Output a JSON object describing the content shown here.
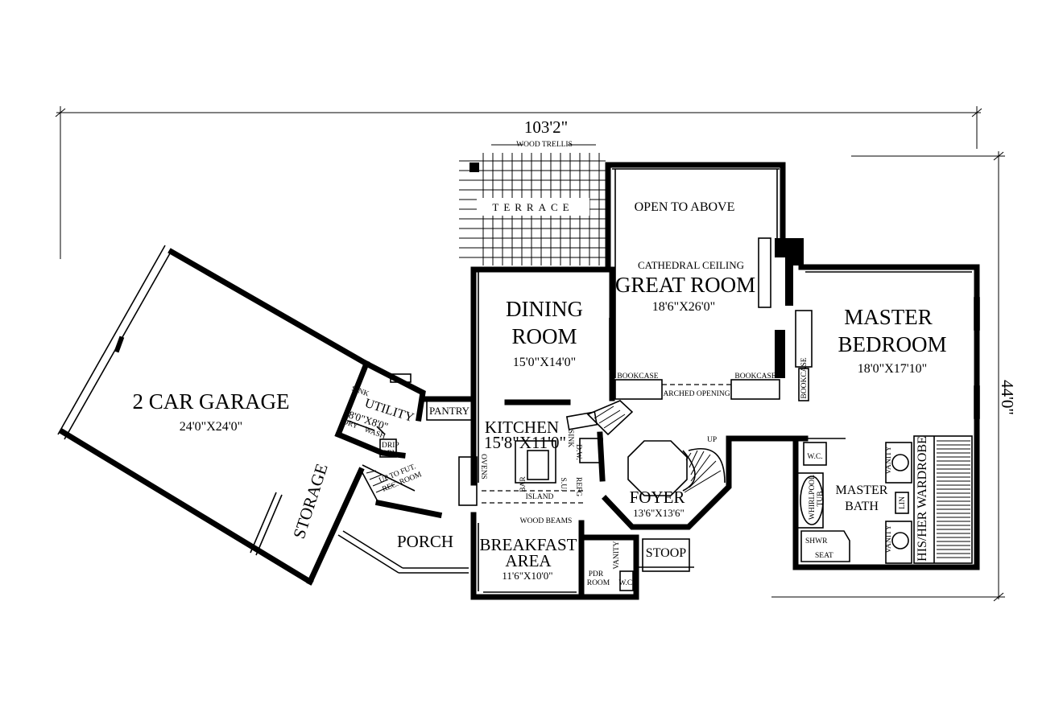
{
  "dimensions": {
    "overall_width": "103'2\"",
    "overall_depth": "44'0\""
  },
  "labels": {
    "wood_trellis": "WOOD TRELLIS",
    "terrace": "TERRACE",
    "open_to_above": "OPEN TO ABOVE",
    "cathedral_ceiling": "CATHEDRAL CEILING",
    "great_room": "GREAT ROOM",
    "great_room_size": "18'6\"X26'0\"",
    "dining_line1": "DINING",
    "dining_line2": "ROOM",
    "dining_size": "15'0\"X14'0\"",
    "master_line1": "MASTER",
    "master_line2": "BEDROOM",
    "master_size": "18'0\"X17'10\"",
    "garage": "2 CAR GARAGE",
    "garage_size": "24'0\"X24'0\"",
    "utility": "UTILITY",
    "utility_size": "8'0\"X8'0\"",
    "pantry": "PANTRY",
    "kitchen": "KITCHEN",
    "kitchen_size": "15'8\"X11'0\"",
    "bookcase_left": "BOOKCASE",
    "bookcase_right": "BOOKCASE",
    "bookcase_vertical": "BOOKCASE",
    "arched_opening": "ARCHED OPENING",
    "storage": "STORAGE",
    "porch": "PORCH",
    "breakfast_line1": "BREAKFAST",
    "breakfast_line2": "AREA",
    "breakfast_size": "11'6\"X10'0\"",
    "wood_beams": "WOOD BEAMS",
    "foyer": "FOYER",
    "foyer_size": "13'6\"X13'6\"",
    "stoop": "STOOP",
    "pdr_line1": "PDR",
    "pdr_line2": "ROOM",
    "wc": "W.C.",
    "wc_bath": "W.C.",
    "vanity": "VANITY",
    "vanity_bath1": "VANITY",
    "vanity_bath2": "VANITY",
    "master_bath_line1": "MASTER",
    "master_bath_line2": "BATH",
    "whirlpool_line1": "WHIRLPOOL",
    "whirlpool_line2": "TUB",
    "lin": "LIN",
    "shwr": "SHWR",
    "seat": "SEAT",
    "his_her_wardrobe": "HIS/HER WARDROBE",
    "island": "ISLAND",
    "bar": "BAR",
    "su": "S.U.",
    "refg": "REFG",
    "ovens": "OVENS",
    "sink_kitchen": "SINK",
    "dw": "D.W.",
    "sink_utility": "SINK",
    "dry": "DRY",
    "wash": "WASH",
    "drip_dry_line1": "DRIP",
    "drip_dry_line2": "DRY",
    "up_to_bonus_line1": "UP TO FUT.",
    "up_to_bonus_line2": "REC. ROOM",
    "up": "UP"
  }
}
